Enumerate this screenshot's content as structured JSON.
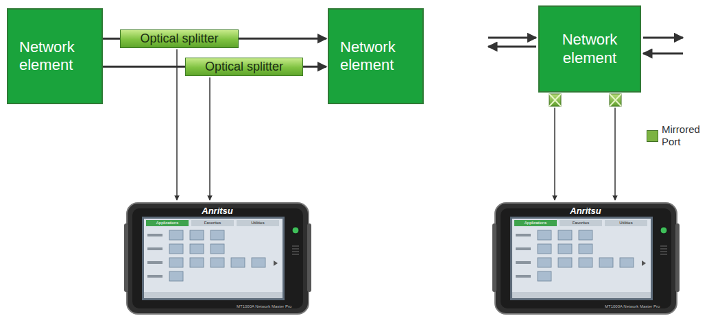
{
  "diagram": {
    "nodes": [
      {
        "text": [
          "Network element"
        ]
      },
      {
        "text": [
          "Optical splitter"
        ]
      },
      {
        "text": [
          "Optical splitter"
        ]
      },
      {
        "text": [
          "Network element"
        ]
      },
      {
        "text": [
          "Network element"
        ]
      }
    ],
    "edges": [
      {
        "from": 0,
        "to": 1,
        "arrow": "none"
      },
      {
        "from": 1,
        "to": 3,
        "arrow": "to"
      },
      {
        "from": 0,
        "to": 2,
        "arrow": "none"
      },
      {
        "from": 2,
        "to": 3,
        "arrow": "to"
      }
    ],
    "labels": [
      "Anritsu",
      "Applications",
      "Favorites",
      "Utilities",
      "MT1000A Network Master Pro",
      "Anritsu",
      "Applications",
      "Favorites",
      "Utilities",
      "MT1000A Network Master Pro"
    ],
    "legend": [
      {
        "text": "Mirrored Port",
        "color": "#7cb342"
      }
    ]
  }
}
